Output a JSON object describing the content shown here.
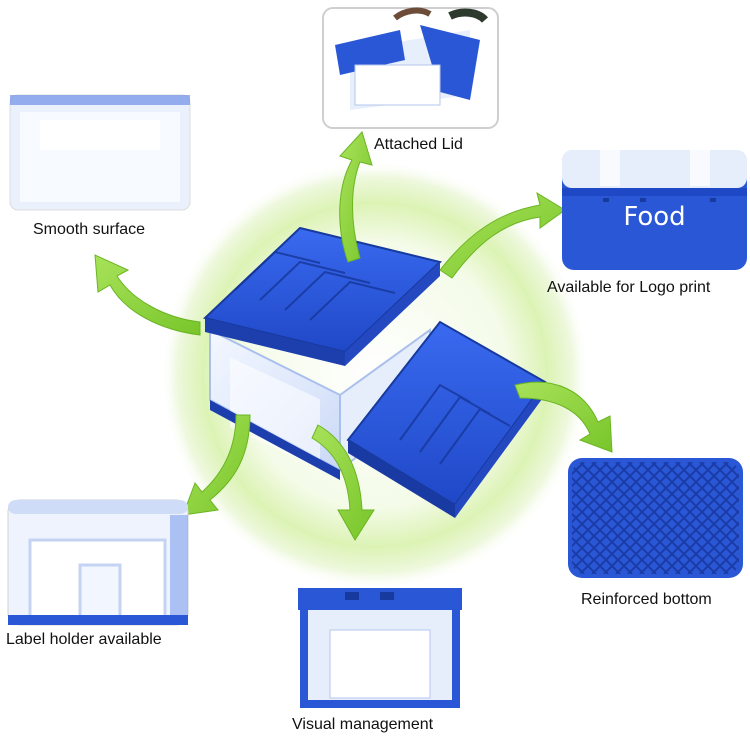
{
  "labels": {
    "attached_lid": "Attached Lid",
    "smooth_surface": "Smooth surface",
    "logo_print": "Available for Logo print",
    "reinforced_bottom": "Reinforced bottom",
    "label_holder": "Label holder available",
    "visual_management": "Visual management"
  },
  "logo_sample_text": "Food",
  "colors": {
    "box_blue": "#2a57d6",
    "box_blue_dark": "#1d3fae",
    "arrow_green": "#8fd33c",
    "glow_green": "#d9f4a8"
  }
}
